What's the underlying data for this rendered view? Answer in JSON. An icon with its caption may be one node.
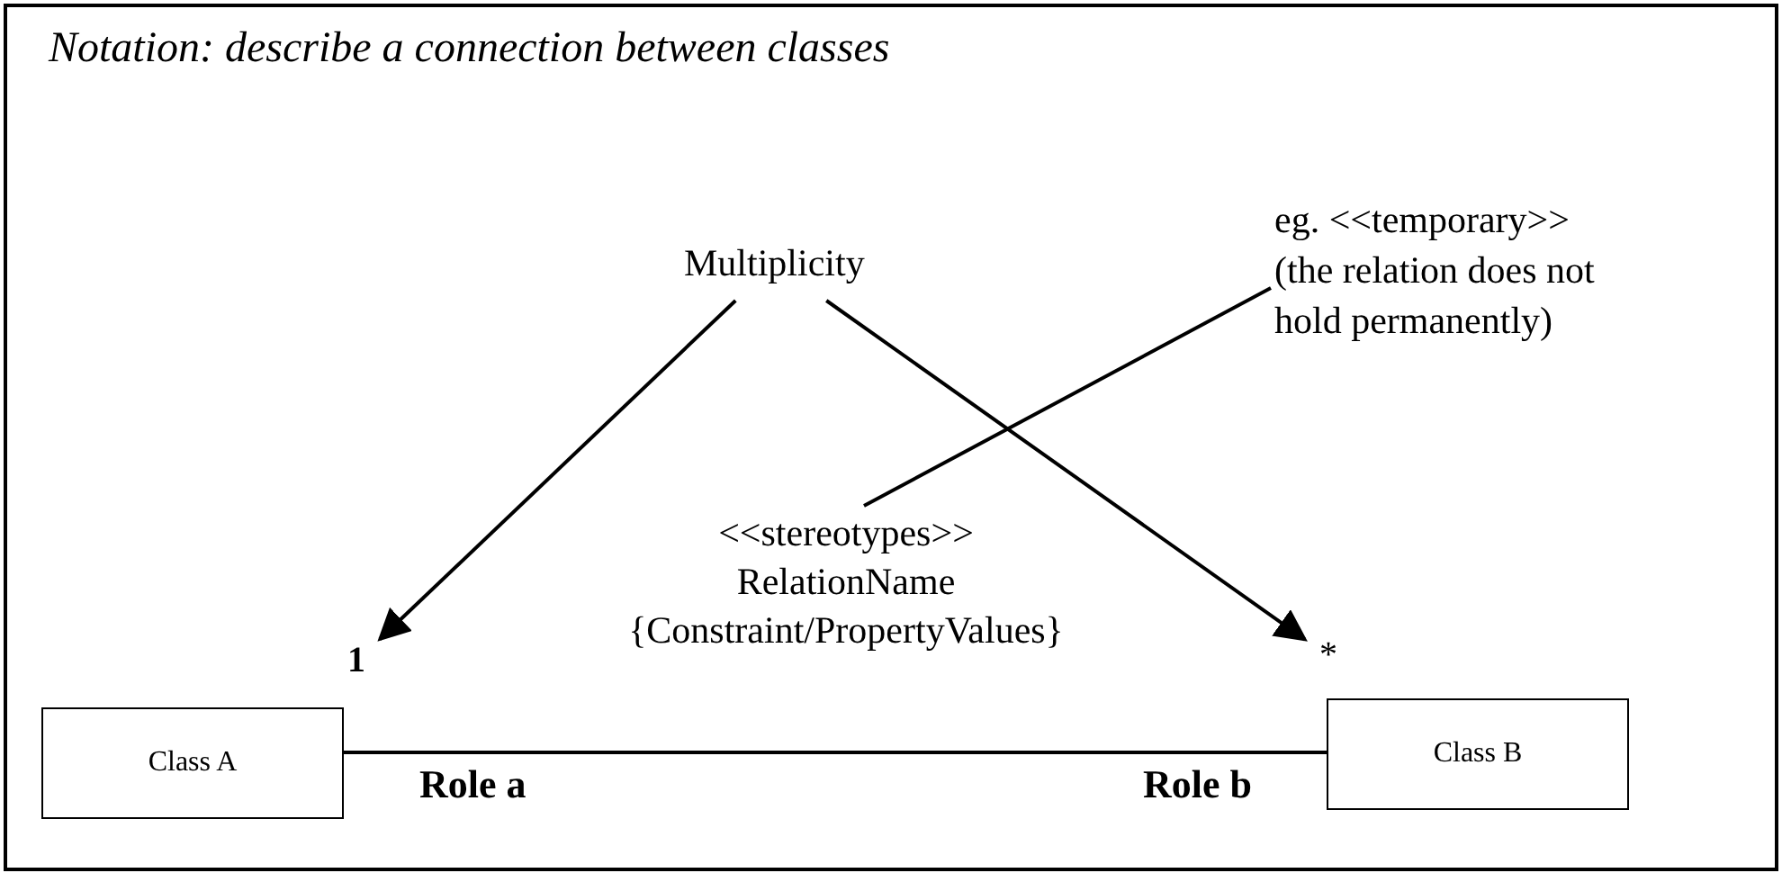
{
  "diagram": {
    "title": "Notation: describe a connection between classes",
    "nodes": [
      {
        "text": [
          "Multiplicity"
        ]
      },
      {
        "text": [
          "eg. <<temporary>>",
          "(the relation does not hold permanently)"
        ]
      },
      {
        "text": [
          "<<stereotypes>>",
          "RelationName",
          "{Constraint/PropertyValues}"
        ]
      },
      {
        "text": [
          "Class A"
        ]
      },
      {
        "text": [
          "1"
        ]
      },
      {
        "text": [
          "*"
        ]
      },
      {
        "text": [
          "Class B"
        ]
      }
    ],
    "edges": [
      {
        "from": 0,
        "to": 4,
        "arrow": "to"
      },
      {
        "from": 0,
        "to": 5,
        "arrow": "to"
      },
      {
        "from": 1,
        "to": 2,
        "arrow": "none"
      },
      {
        "from": 3,
        "to": 6,
        "arrow": "none"
      }
    ],
    "labels": [
      "Role a",
      "Role b"
    ]
  }
}
